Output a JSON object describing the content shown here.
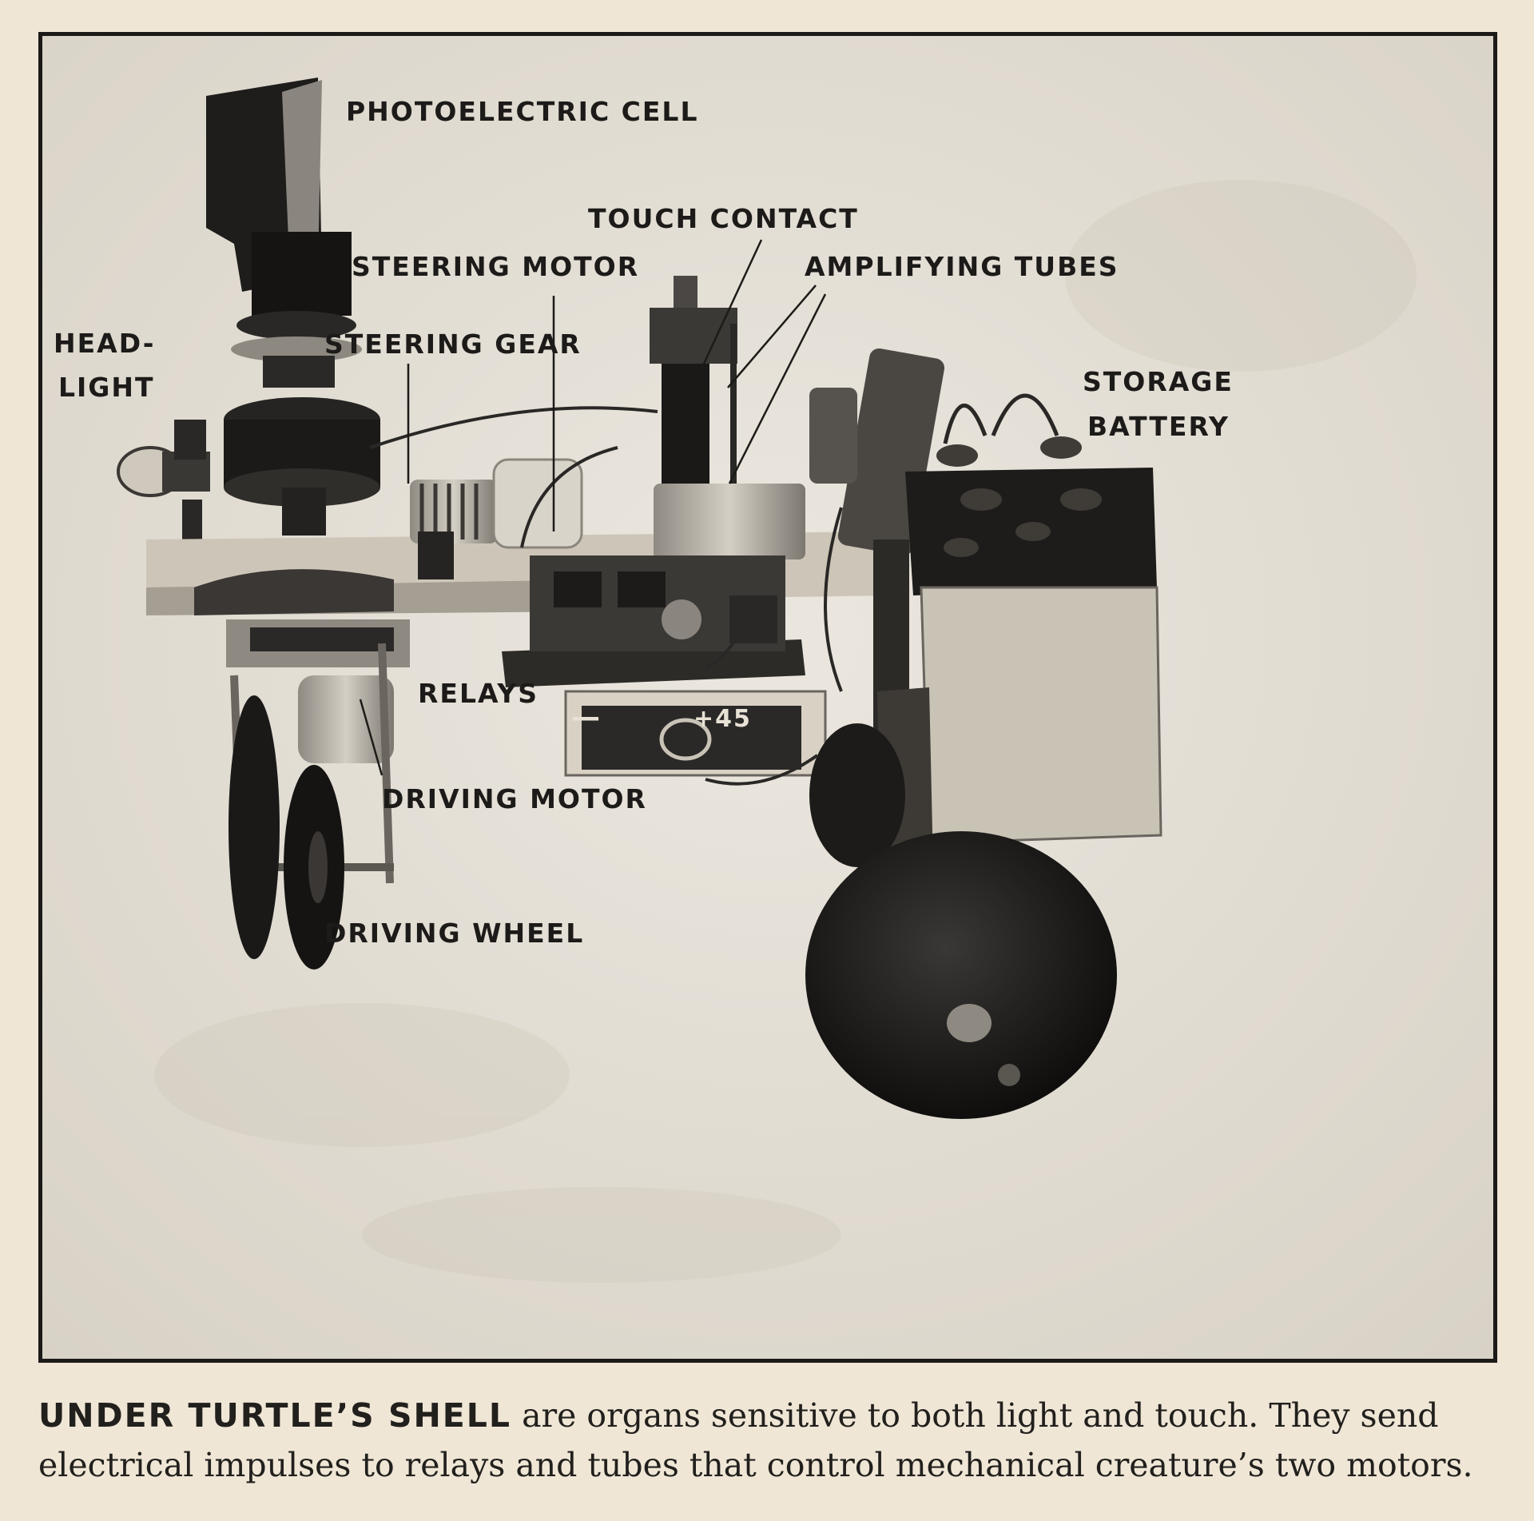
{
  "labels": {
    "photoelectric_cell": "PHOTOELECTRIC CELL",
    "touch_contact": "TOUCH CONTACT",
    "steering_motor": "STEERING MOTOR",
    "amplifying_tubes": "AMPLIFYING TUBES",
    "head": "HEAD-",
    "light": "LIGHT",
    "steering_gear": "STEERING GEAR",
    "storage": "STORAGE",
    "battery": "BATTERY",
    "relays": "RELAYS",
    "driving_motor": "DRIVING MOTOR",
    "driving_wheel": "DRIVING WHEEL"
  },
  "battery_panel": {
    "minus": "—",
    "plus": "+45"
  },
  "caption": {
    "lead": "UNDER TURTLE’S SHELL",
    "text": " are organs sensitive to both light and touch. They send electrical impulses to relays and tubes that control mechanical creature’s two motors."
  }
}
